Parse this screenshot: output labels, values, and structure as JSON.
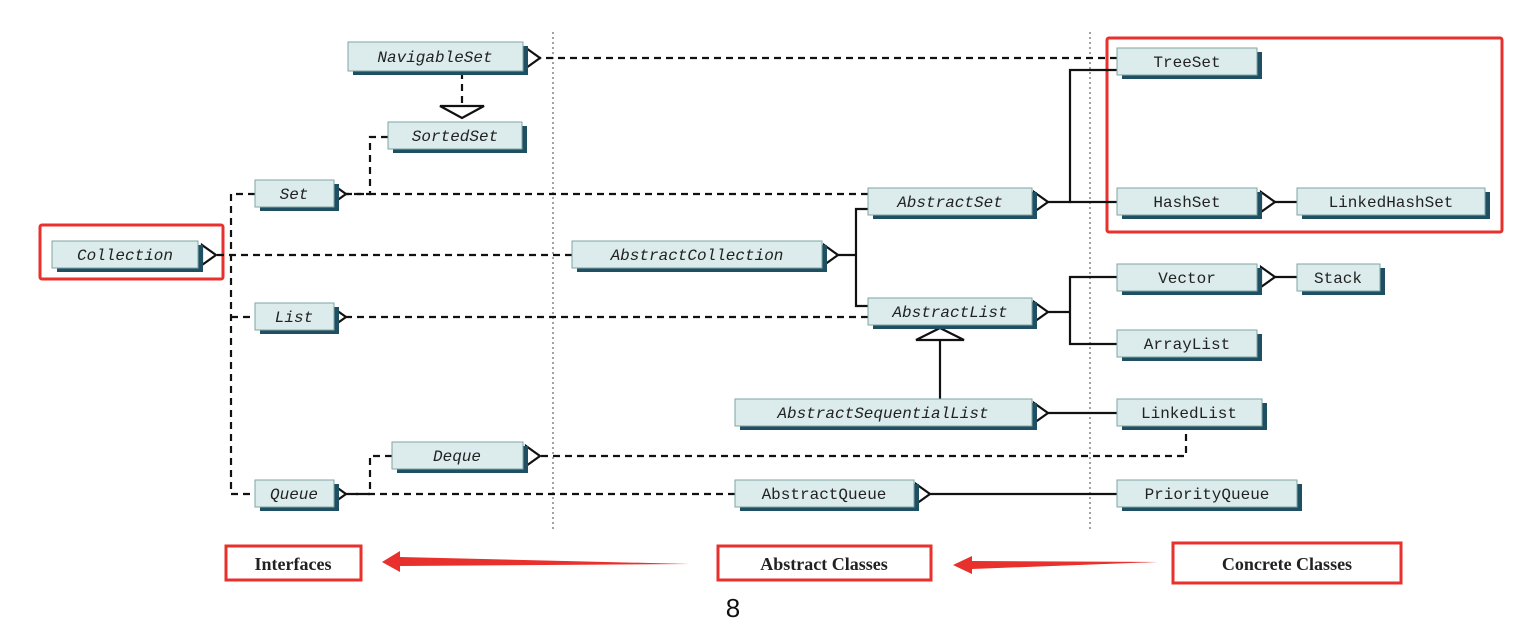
{
  "nodes": {
    "navigableset": "NavigableSet",
    "sortedset": "SortedSet",
    "set": "Set",
    "collection": "Collection",
    "list": "List",
    "queue": "Queue",
    "deque": "Deque",
    "abstractset": "AbstractSet",
    "abstractcollection": "AbstractCollection",
    "abstractlist": "AbstractList",
    "abstractsequentiallist": "AbstractSequentialList",
    "abstractqueue": "AbstractQueue",
    "treeset": "TreeSet",
    "hashset": "HashSet",
    "linkedhashset": "LinkedHashSet",
    "vector": "Vector",
    "stack": "Stack",
    "arraylist": "ArrayList",
    "linkedlist": "LinkedList",
    "priorityqueue": "PriorityQueue"
  },
  "categories": {
    "interfaces": "Interfaces",
    "abstract_classes": "Abstract Classes",
    "concrete_classes": "Concrete Classes"
  },
  "page_number": "8",
  "colors": {
    "highlight": "#e8302c",
    "box_fill": "#dcebeb",
    "box_shadow": "#1f4f63",
    "line": "#111111"
  }
}
